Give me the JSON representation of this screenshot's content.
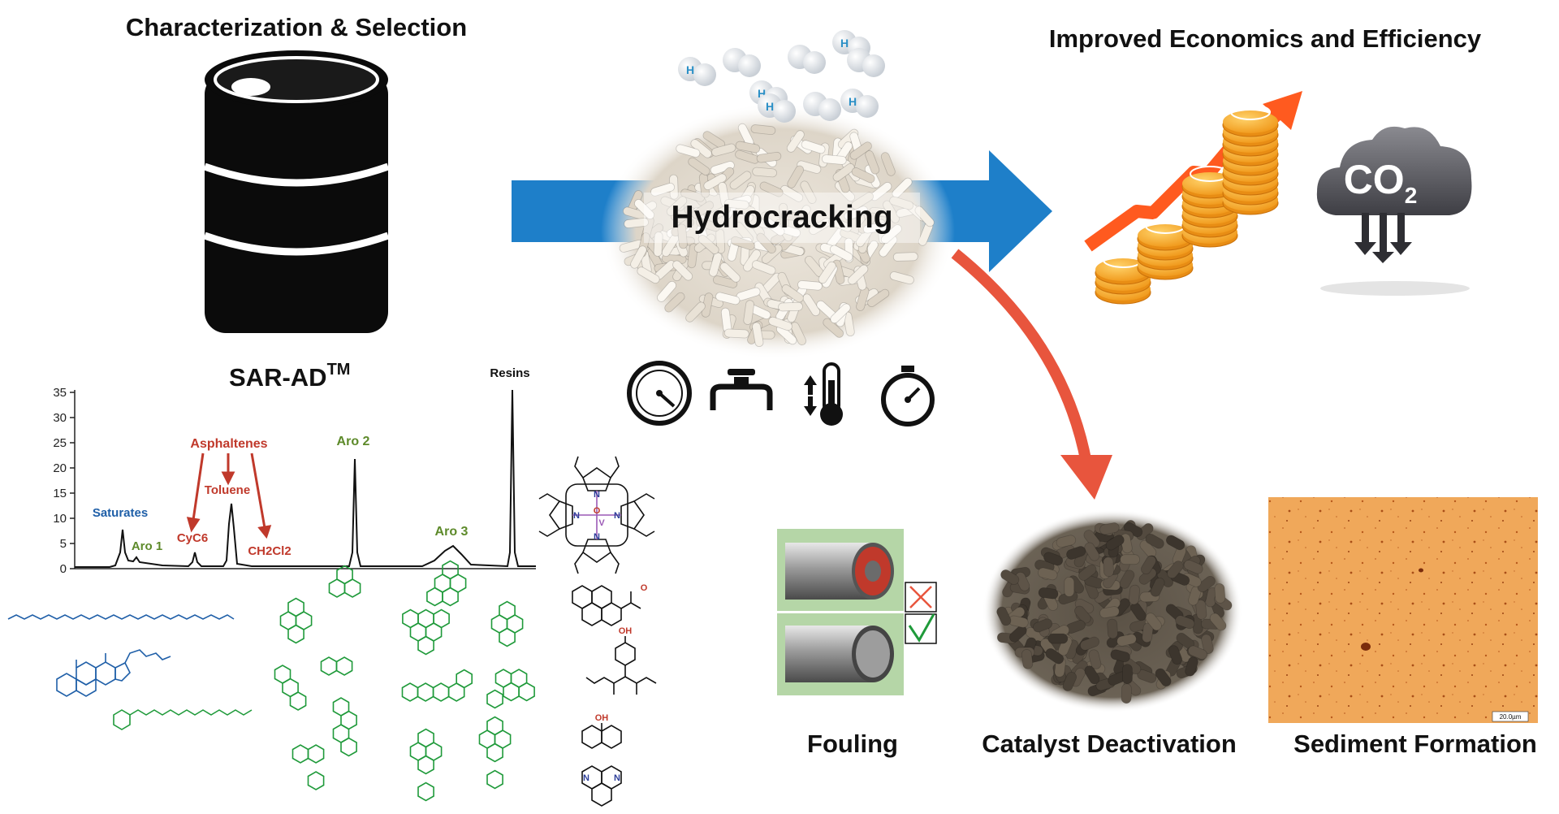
{
  "headings": {
    "characterization": "Characterization &  Selection",
    "economics": "Improved Economics and Efficiency",
    "sar_ad": "SAR-AD",
    "sar_ad_sup": "TM",
    "hydrocracking": "Hydrocracking",
    "fouling": "Fouling",
    "deactivation": "Catalyst Deactivation",
    "sediment": "Sediment Formation"
  },
  "co2": {
    "main": "CO",
    "sub": "2"
  },
  "hydrogen_symbol": "H",
  "chromatogram": {
    "yticks": [
      "0",
      "5",
      "10",
      "15",
      "20",
      "25",
      "30",
      "35"
    ],
    "labels": {
      "saturates": "Saturates",
      "aro1": "Aro 1",
      "asphaltenes": "Asphaltenes",
      "cyc6": "CyC6",
      "toluene": "Toluene",
      "ch2cl2": "CH2Cl2",
      "aro2": "Aro 2",
      "aro3": "Aro 3",
      "resins": "Resins"
    }
  },
  "molecules": {
    "oxygen": "O",
    "hydroxyl": "OH",
    "nitrogen": "N",
    "vanadium": "V"
  },
  "micrograph_scale": "20.0µm",
  "colors": {
    "saturates_blue": "#1f5fa8",
    "aromatic_green": "#5d8a2a",
    "asphaltene_red": "#c0392b",
    "structure_green": "#1f9a3a",
    "process_arrow": "#1e7fc9",
    "deactivation_arrow": "#e8553d",
    "coin_gold": "#f5a623",
    "growth_orange": "#ff5a1f",
    "cloud_gray": "#5b5b60",
    "sediment_orange": "#f0a85a"
  }
}
